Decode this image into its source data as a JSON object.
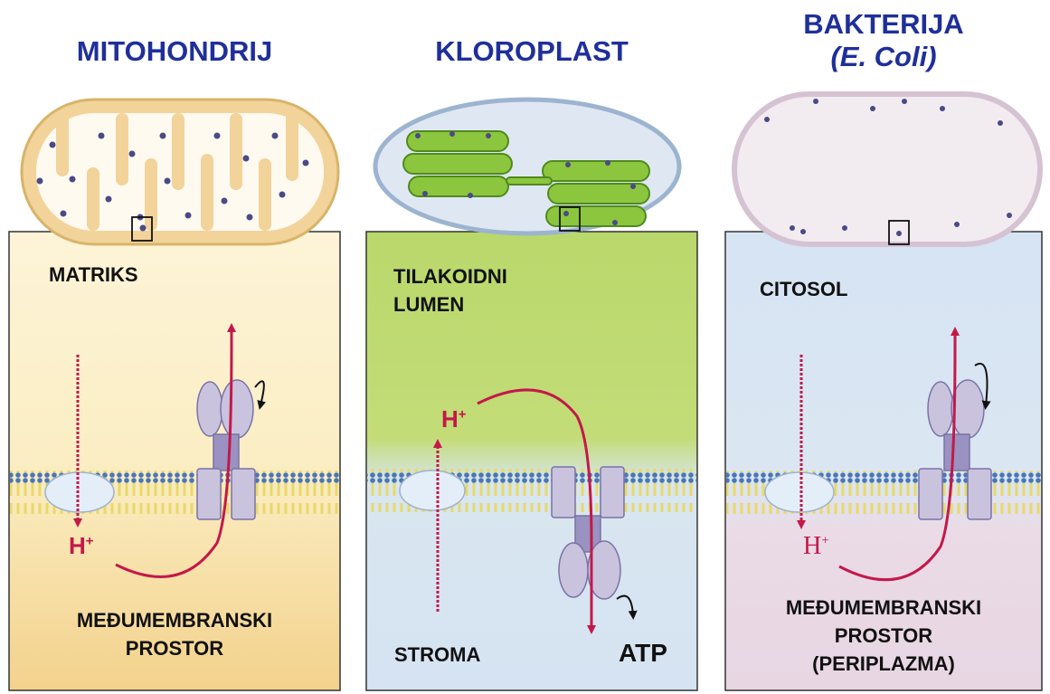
{
  "panels": [
    {
      "title": "MITOHONDRIJ",
      "subtitle": "",
      "top_label": "MATRIKS",
      "bottom_label_lines": [
        "MEĐUMEMBRANSKI",
        "PROSTOR"
      ],
      "proton": "H",
      "proton_sup": "+",
      "colors": {
        "top": "#fbefc6",
        "bottom": "#f6d998",
        "organelle": "#f2d39a"
      }
    },
    {
      "title": "KLOROPLAST",
      "subtitle": "",
      "top_label_lines": [
        "TILAKOIDNI",
        "LUMEN"
      ],
      "bottom_label": "STROMA",
      "product": "ATP",
      "proton": "H",
      "proton_sup": "+",
      "colors": {
        "top": "#b6d663",
        "bottom": "#d5e4f1",
        "organelle": "#e7eef6"
      }
    },
    {
      "title": "BAKTERIJA",
      "subtitle": "(E. Coli)",
      "top_label": "CITOSOL",
      "bottom_label_lines": [
        "MEĐUMEMBRANSKI",
        "PROSTOR",
        "(PERIPLAZMA)"
      ],
      "proton": "H",
      "proton_sup": "+",
      "colors": {
        "top": "#d9e6f3",
        "bottom": "#e9d8e4",
        "organelle": "#f2ecf1"
      }
    }
  ],
  "colors": {
    "title": "#1f2f9a",
    "arrow": "#c4184a",
    "protein": "#c9c3de",
    "membrane": "#f0e080"
  }
}
